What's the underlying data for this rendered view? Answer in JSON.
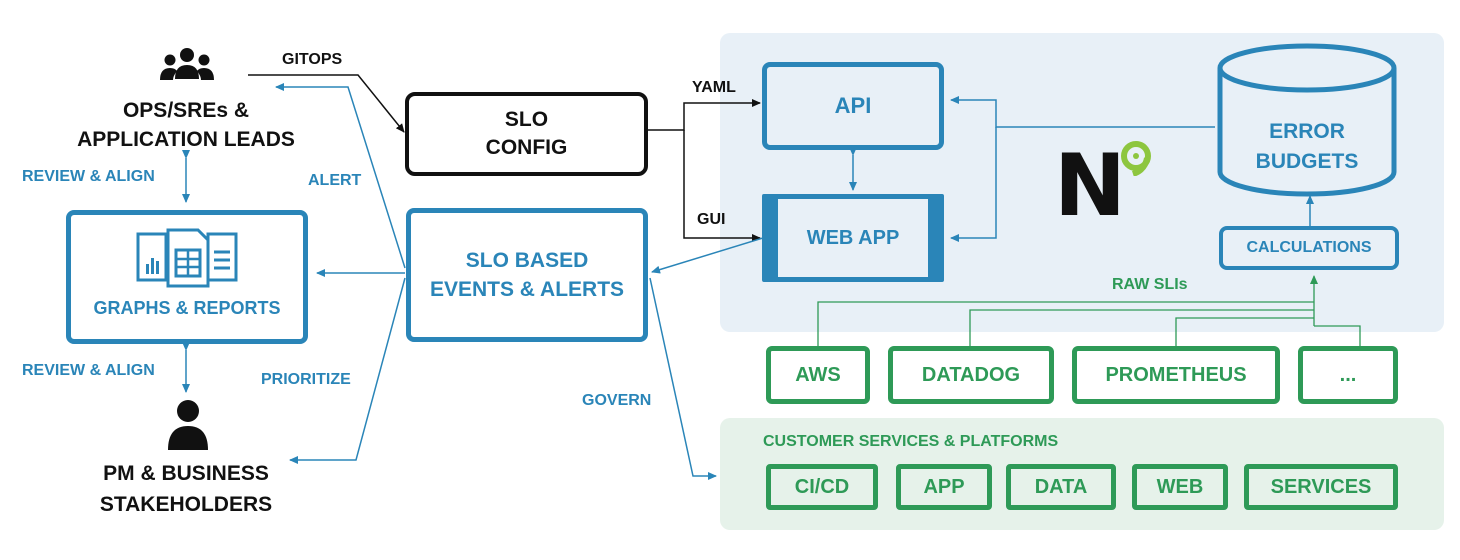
{
  "actors": {
    "ops": "OPS/SREs &\nAPPLICATION LEADS",
    "pm": "PM & BUSINESS\nSTAKEHOLDERS"
  },
  "boxes": {
    "slo_config": "SLO\nCONFIG",
    "events_alerts": "SLO BASED\nEVENTS & ALERTS",
    "graphs_reports": "GRAPHS & REPORTS",
    "api": "API",
    "web_app": "WEB APP",
    "error_budgets": "ERROR\nBUDGETS",
    "calculations": "CALCULATIONS"
  },
  "edge_labels": {
    "gitops": "GITOPS",
    "yaml": "YAML",
    "gui": "GUI",
    "alert": "ALERT",
    "prioritize": "PRIORITIZE",
    "govern": "GOVERN",
    "review_align_top": "REVIEW & ALIGN",
    "review_align_bottom": "REVIEW & ALIGN",
    "raw_slis": "RAW SLIs"
  },
  "sources": [
    "AWS",
    "DATADOG",
    "PROMETHEUS",
    "..."
  ],
  "customer": {
    "title": "CUSTOMER SERVICES & PLATFORMS",
    "items": [
      "CI/CD",
      "APP",
      "DATA",
      "WEB",
      "SERVICES"
    ]
  },
  "logo": {
    "letter": "N"
  },
  "colors": {
    "blue": "#2a85b8",
    "green": "#2e9a57",
    "dark": "#111111",
    "platform_panel": "#e8f0f7",
    "customer_panel": "#e6f2ea"
  }
}
